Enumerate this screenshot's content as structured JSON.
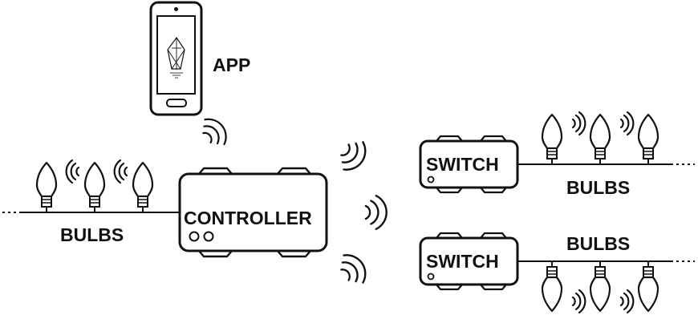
{
  "labels": {
    "app": "APP",
    "controller": "CONTROLLER",
    "switch_top": "SWITCH",
    "switch_bottom": "SWITCH",
    "bulbs_left": "BULBS",
    "bulbs_right_top": "BULBS",
    "bulbs_right_bottom": "BULBS"
  },
  "colors": {
    "stroke": "#111111",
    "background": "#ffffff"
  },
  "icons": {
    "app_logo": "crystal-logo-icon",
    "wireless": "wireless-signal-icon",
    "bulb": "bulb-icon"
  }
}
